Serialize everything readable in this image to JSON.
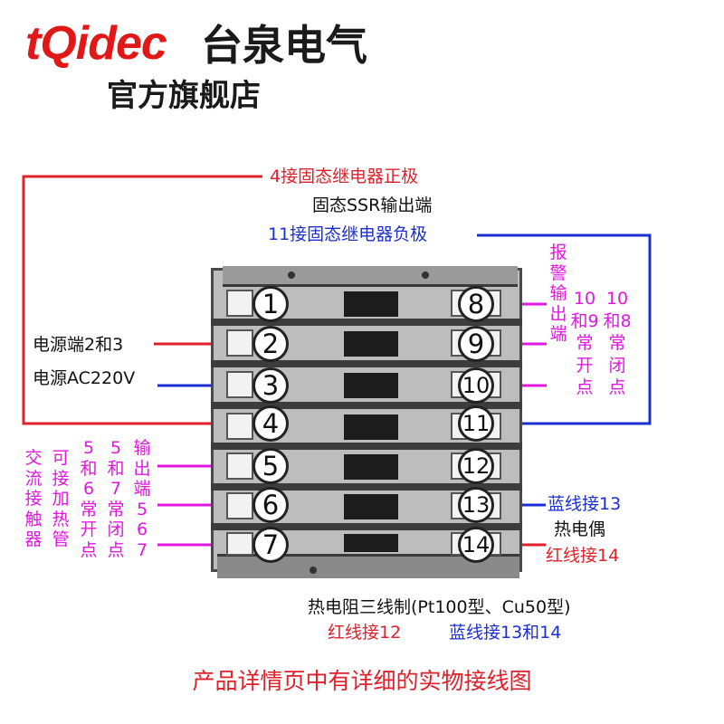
{
  "brand": {
    "logo": "tQidec",
    "name_cn": "台泉电气",
    "subtitle": "官方旗舰店"
  },
  "colors": {
    "red": "#e0202a",
    "blue": "#1c2fd0",
    "magenta": "#e018e0",
    "black": "#111111"
  },
  "labels": {
    "ssr_pos": "4接固态继电器正极",
    "ssr_title": "固态SSR输出端",
    "ssr_neg": "11接固态继电器负极",
    "power_terminals": "电源端2和3",
    "power_voltage": "电源AC220V",
    "tc_blue": "蓝线接13",
    "tc_title": "热电偶",
    "tc_red": "红线接14",
    "rtd_title": "热电阻三线制(Pt100型、Cu50型)",
    "rtd_red": "红线接12",
    "rtd_blue": "蓝线接13和14",
    "bottom_note": "产品详情页中有详细的实物接线图"
  },
  "alarm": {
    "title": "报警输出端",
    "col1": "10和9常开点",
    "col2": "10和8常闭点"
  },
  "contactor": {
    "col1": "交流接触器",
    "col2": "可接加热管",
    "col3": "5和6常开点",
    "col4": "5和7常闭点",
    "col5": "输出端5 6 7"
  },
  "terminals": {
    "left": [
      "1",
      "2",
      "3",
      "4",
      "5",
      "6",
      "7"
    ],
    "right": [
      "8",
      "9",
      "10",
      "11",
      "12",
      "13",
      "14"
    ]
  }
}
